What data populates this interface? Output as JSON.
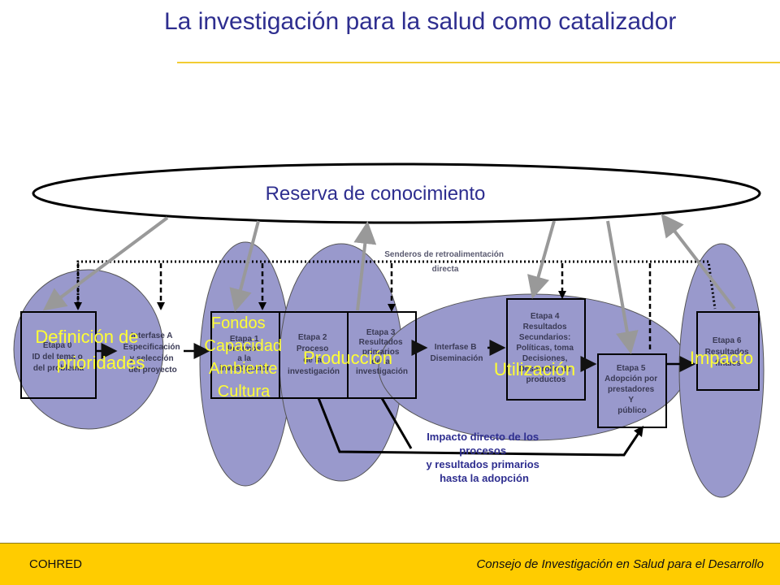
{
  "title": "La investigación para la salud como catalizador",
  "reserve_label": "Reserva de conocimiento",
  "feedback_label": [
    "Senderos de retroalimentación",
    "directa"
  ],
  "stages": {
    "etapa0": [
      "Etapa 0",
      "ID del tema o",
      "del problema"
    ],
    "interfaseA": [
      "Interfase A",
      "Especificación",
      "y selección",
      "del proyecto"
    ],
    "etapa1": [
      "Etapa 1",
      "Insumos",
      "a la",
      "investigación"
    ],
    "etapa2": [
      "Etapa 2",
      "Proceso",
      "de la",
      "investigación"
    ],
    "etapa3": [
      "Etapa 3",
      "Resultados",
      "primarios",
      "de la",
      "investigación"
    ],
    "interfaseB": [
      "Interfase B",
      "Diseminación"
    ],
    "etapa4": [
      "Etapa 4",
      "Resultados",
      "Secundarios:",
      "Políticas, toma",
      "Decisiones,",
      "Desarrollo de",
      "productos"
    ],
    "etapa5": [
      "Etapa 5",
      "Adopción por",
      "prestadores",
      "Y",
      "público"
    ],
    "etapa6": [
      "Etapa 6",
      "Resultados",
      "finales"
    ]
  },
  "overlays": {
    "definicion": [
      "Definición de",
      "prioridades"
    ],
    "fondos": [
      "Fondos",
      "Capacidad",
      "Ambiente",
      "Cultura"
    ],
    "produccion": "Producción",
    "utilizacion": "Utilización",
    "impacto": "Impacto"
  },
  "impact_note": [
    "Impacto directo de los",
    "procesos",
    "y resultados primarios",
    "hasta la adopción"
  ],
  "footer": {
    "left": "COHRED",
    "right": "Consejo de Investigación en Salud para el Desarrollo"
  },
  "colors": {
    "title": "#2e2e8f",
    "ellipse_fill": "#9999cc",
    "overlay_text": "#ffff33",
    "footer_bg": "#ffcc00",
    "title_rule": "#f2cc33"
  }
}
